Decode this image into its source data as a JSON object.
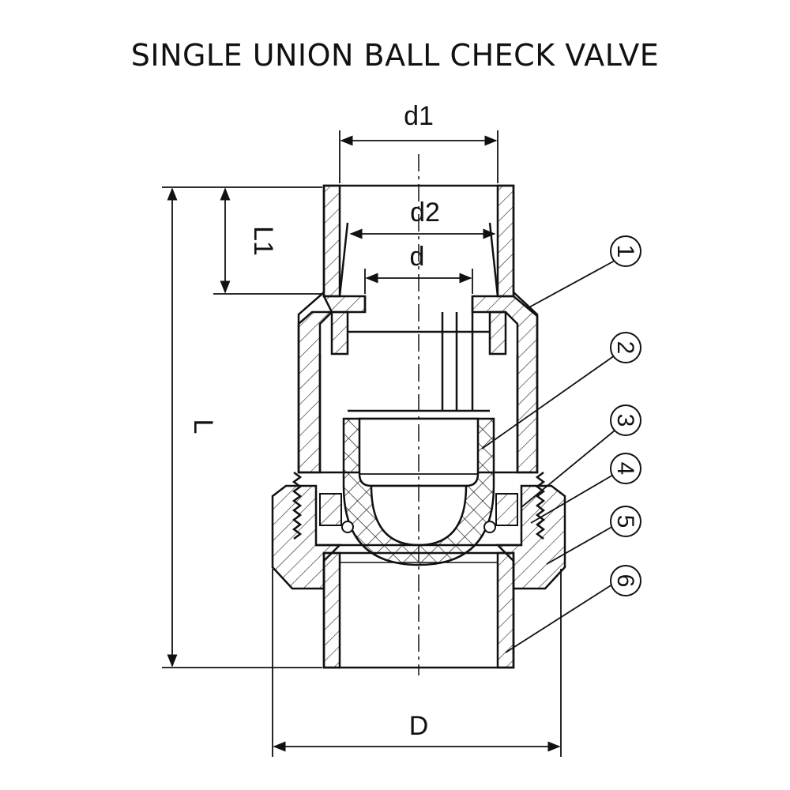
{
  "title": "SINGLE UNION BALL CHECK VALVE",
  "dimensions": {
    "d1": "d1",
    "d2": "d2",
    "d": "d",
    "L1": "L1",
    "L": "L",
    "D": "D"
  },
  "callouts": [
    "1",
    "2",
    "3",
    "4",
    "5",
    "6"
  ]
}
